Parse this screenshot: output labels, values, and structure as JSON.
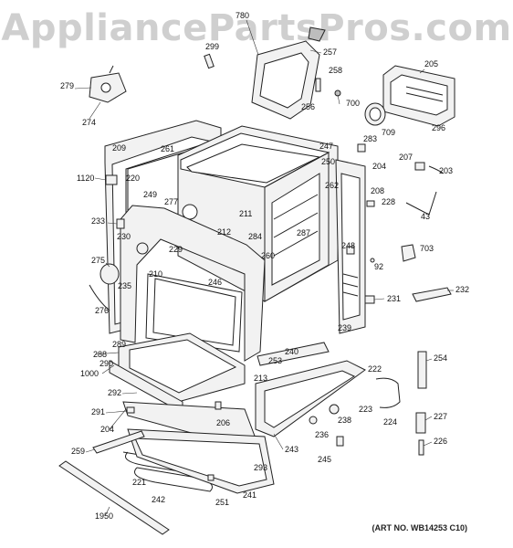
{
  "watermark": "AppliancePartsPros.com",
  "art_number": "(ART NO. WB14253 C10)",
  "callouts": [
    "780",
    "299",
    "257",
    "258",
    "700",
    "205",
    "279",
    "274",
    "256",
    "709",
    "296",
    "209",
    "261",
    "247",
    "283",
    "204",
    "207",
    "203",
    "1120",
    "220",
    "250",
    "262",
    "208",
    "228",
    "249",
    "277",
    "211",
    "43",
    "233",
    "212",
    "284",
    "287",
    "248",
    "230",
    "229",
    "260",
    "703",
    "275",
    "210",
    "246",
    "92",
    "235",
    "231",
    "232",
    "276",
    "239",
    "289",
    "240",
    "288",
    "253",
    "254",
    "290",
    "1000",
    "213",
    "222",
    "292",
    "223",
    "224",
    "291",
    "206",
    "238",
    "227",
    "204",
    "236",
    "259",
    "243",
    "245",
    "226",
    "293",
    "221",
    "242",
    "241",
    "251",
    "1950"
  ]
}
